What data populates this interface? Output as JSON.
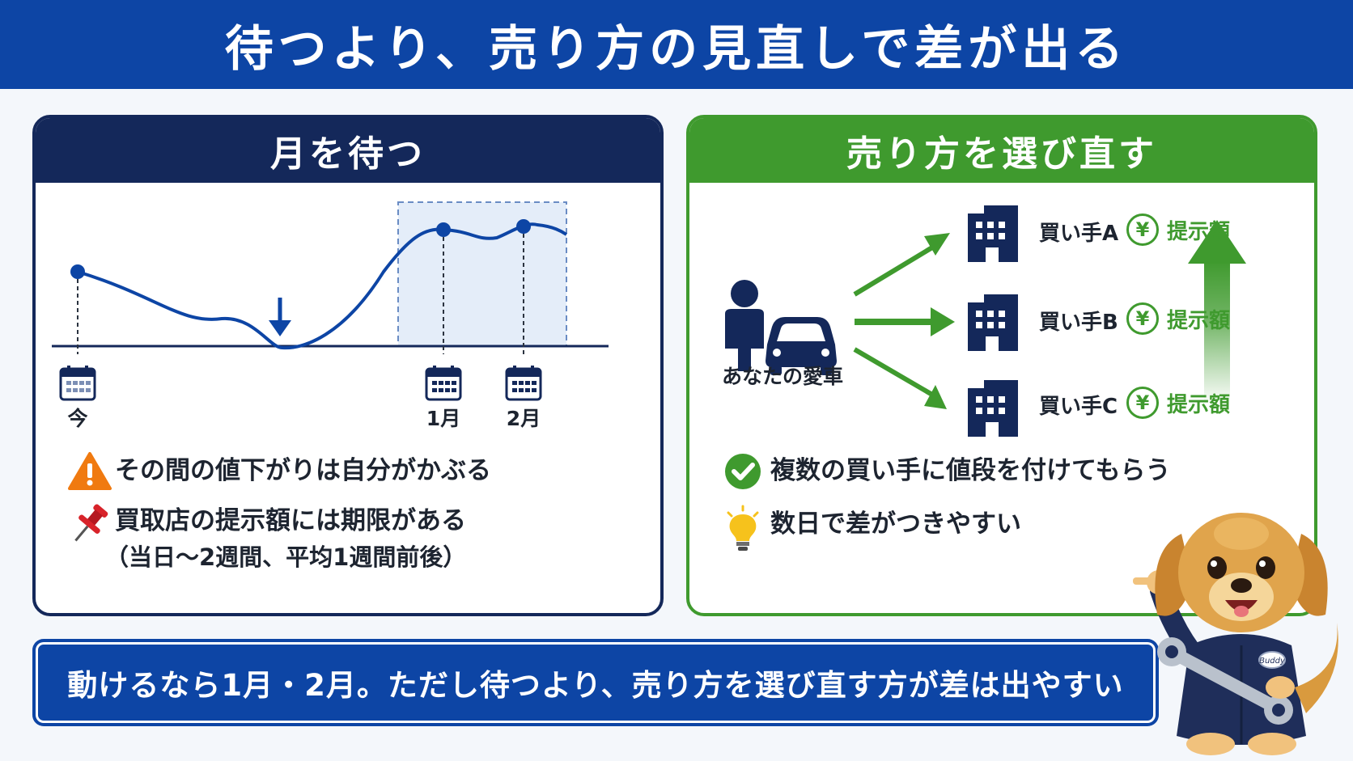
{
  "title": "待つより、売り方の見直しで差が出る",
  "left_panel": {
    "heading": "月を待つ",
    "timeline_labels": [
      "今",
      "1月",
      "2月"
    ],
    "bullets": [
      {
        "icon": "warning-icon",
        "text": "その間の値下がりは自分がかぶる"
      },
      {
        "icon": "pushpin-icon",
        "text": "買取店の提示額には期限がある",
        "sub": "（当日〜2週間、平均1週間前後）"
      }
    ]
  },
  "right_panel": {
    "heading": "売り方を選び直す",
    "car_label": "あなたの愛車",
    "buyers": [
      {
        "label": "買い手A",
        "offer": "提示額"
      },
      {
        "label": "買い手B",
        "offer": "提示額"
      },
      {
        "label": "買い手C",
        "offer": "提示額"
      }
    ],
    "currency_symbol": "¥",
    "bullets": [
      {
        "icon": "check-circle-icon",
        "text": "複数の買い手に値段を付けてもらう"
      },
      {
        "icon": "lightbulb-icon",
        "text": "数日で差がつきやすい"
      }
    ]
  },
  "footer": {
    "message": "動けるなら1月・2月。ただし待つより、売り方を選び直す方が差は出やすい"
  },
  "mascot": {
    "badge_text": "Buddy"
  },
  "colors": {
    "primary_blue": "#0d45a5",
    "navy": "#14285a",
    "green": "#3f9a2e",
    "warning": "#f07a10",
    "pin": "#d8232a",
    "bulb": "#f6c21c"
  }
}
